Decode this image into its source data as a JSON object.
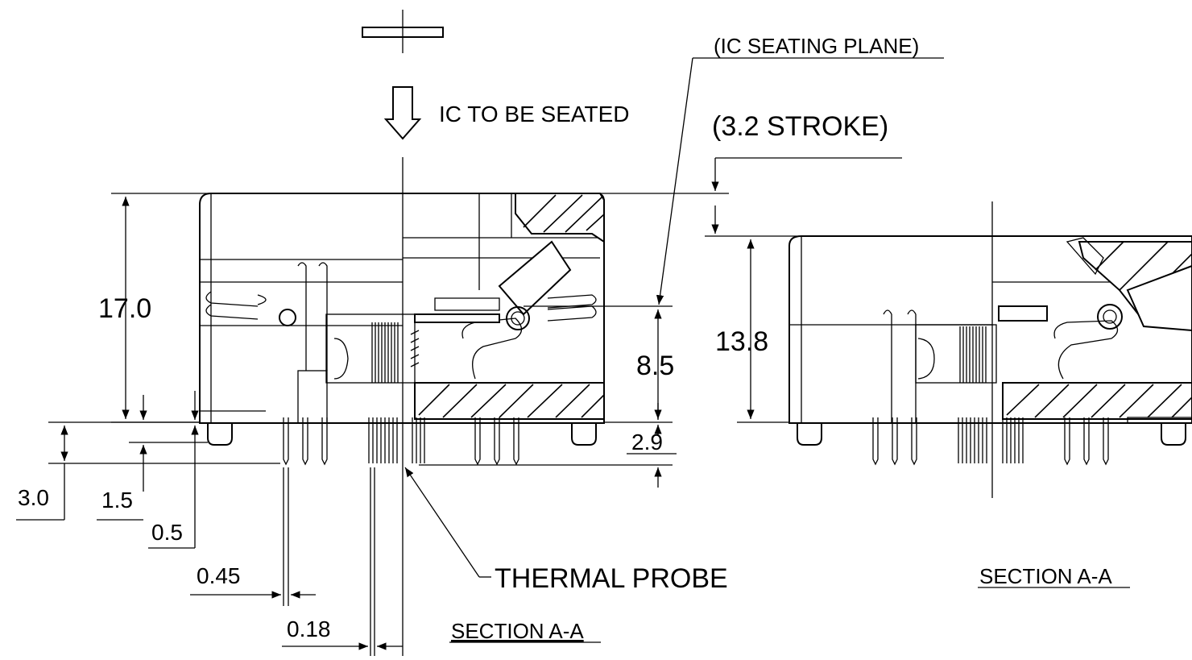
{
  "labels": {
    "ic_seating_plane": "(IC SEATING PLANE)",
    "ic_to_be_seated": "IC TO BE SEATED",
    "stroke": "(3.2 STROKE)",
    "thermal_probe": "THERMAL PROBE",
    "section_left": "SECTION A-A",
    "section_right": "SECTION A-A"
  },
  "dimensions": {
    "height_17": "17.0",
    "height_13_8": "13.8",
    "height_8_5": "8.5",
    "height_2_9": "2.9",
    "lead_3_0": "3.0",
    "lead_1_5": "1.5",
    "lead_0_5": "0.5",
    "pin_0_45": "0.45",
    "pin_0_18": "0.18"
  }
}
